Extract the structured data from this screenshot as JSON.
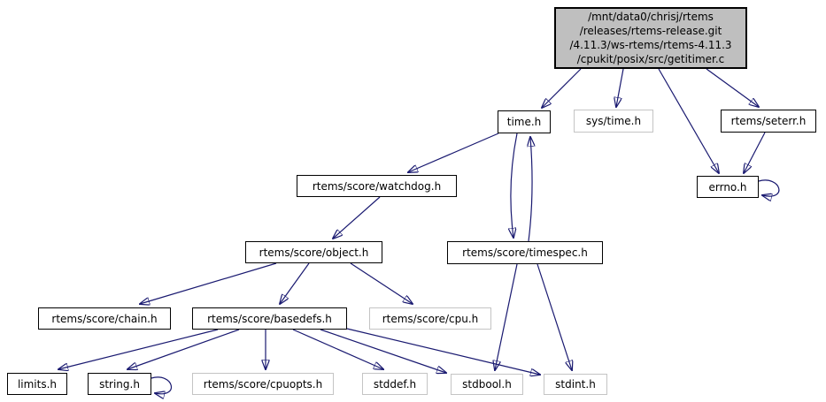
{
  "graph": {
    "main_node": {
      "lines": [
        "/mnt/data0/chrisj/rtems",
        "/releases/rtems-release.git",
        "/4.11.3/ws-rtems/rtems-4.11.3",
        "/cpukit/posix/src/getitimer.c"
      ]
    },
    "nodes": [
      {
        "id": "time-h",
        "label": "time.h",
        "kind": "documented"
      },
      {
        "id": "sys-time-h",
        "label": "sys/time.h",
        "kind": "external"
      },
      {
        "id": "rtems-seterr-h",
        "label": "rtems/seterr.h",
        "kind": "documented"
      },
      {
        "id": "errno-h",
        "label": "errno.h",
        "kind": "documented"
      },
      {
        "id": "score-watchdog-h",
        "label": "rtems/score/watchdog.h",
        "kind": "documented"
      },
      {
        "id": "score-object-h",
        "label": "rtems/score/object.h",
        "kind": "documented"
      },
      {
        "id": "score-timespec-h",
        "label": "rtems/score/timespec.h",
        "kind": "documented"
      },
      {
        "id": "score-chain-h",
        "label": "rtems/score/chain.h",
        "kind": "documented"
      },
      {
        "id": "score-basedefs-h",
        "label": "rtems/score/basedefs.h",
        "kind": "documented"
      },
      {
        "id": "score-cpu-h",
        "label": "rtems/score/cpu.h",
        "kind": "external"
      },
      {
        "id": "limits-h",
        "label": "limits.h",
        "kind": "documented"
      },
      {
        "id": "string-h",
        "label": "string.h",
        "kind": "documented"
      },
      {
        "id": "score-cpuopts-h",
        "label": "rtems/score/cpuopts.h",
        "kind": "external"
      },
      {
        "id": "stddef-h",
        "label": "stddef.h",
        "kind": "external"
      },
      {
        "id": "stdbool-h",
        "label": "stdbool.h",
        "kind": "external"
      },
      {
        "id": "stdint-h",
        "label": "stdint.h",
        "kind": "external"
      }
    ],
    "edges": [
      {
        "from": "getitimer.c",
        "to": "time.h"
      },
      {
        "from": "getitimer.c",
        "to": "sys/time.h"
      },
      {
        "from": "getitimer.c",
        "to": "errno.h"
      },
      {
        "from": "getitimer.c",
        "to": "rtems/seterr.h"
      },
      {
        "from": "rtems/seterr.h",
        "to": "errno.h"
      },
      {
        "from": "errno.h",
        "to": "errno.h"
      },
      {
        "from": "time.h",
        "to": "rtems/score/watchdog.h"
      },
      {
        "from": "time.h",
        "to": "rtems/score/timespec.h"
      },
      {
        "from": "rtems/score/timespec.h",
        "to": "time.h"
      },
      {
        "from": "rtems/score/watchdog.h",
        "to": "rtems/score/object.h"
      },
      {
        "from": "rtems/score/object.h",
        "to": "rtems/score/chain.h"
      },
      {
        "from": "rtems/score/object.h",
        "to": "rtems/score/basedefs.h"
      },
      {
        "from": "rtems/score/object.h",
        "to": "rtems/score/cpu.h"
      },
      {
        "from": "rtems/score/timespec.h",
        "to": "stdbool.h"
      },
      {
        "from": "rtems/score/timespec.h",
        "to": "stdint.h"
      },
      {
        "from": "rtems/score/basedefs.h",
        "to": "limits.h"
      },
      {
        "from": "rtems/score/basedefs.h",
        "to": "string.h"
      },
      {
        "from": "rtems/score/basedefs.h",
        "to": "rtems/score/cpuopts.h"
      },
      {
        "from": "rtems/score/basedefs.h",
        "to": "stddef.h"
      },
      {
        "from": "rtems/score/basedefs.h",
        "to": "stdbool.h"
      },
      {
        "from": "rtems/score/basedefs.h",
        "to": "stdint.h"
      },
      {
        "from": "string.h",
        "to": "string.h"
      }
    ],
    "colors": {
      "edge": "#191970",
      "main_fill": "#bfbfbf",
      "node_fill": "#ffffff",
      "documented_border": "#000000",
      "external_border": "#c4c4c4"
    }
  }
}
